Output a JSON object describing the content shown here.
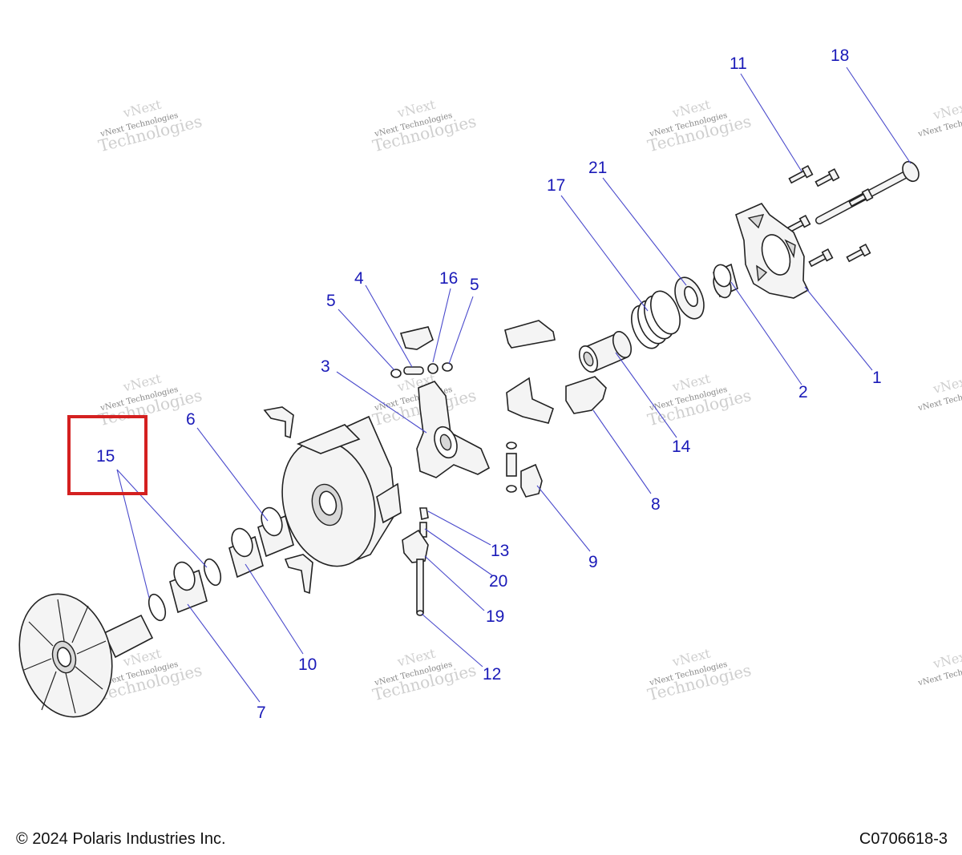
{
  "callouts": {
    "c1": "1",
    "c2": "2",
    "c3": "3",
    "c4": "4",
    "c5a": "5",
    "c5b": "5",
    "c6": "6",
    "c7": "7",
    "c8": "8",
    "c9": "9",
    "c10": "10",
    "c11": "11",
    "c12": "12",
    "c13": "13",
    "c14": "14",
    "c15": "15",
    "c16": "16",
    "c17": "17",
    "c18": "18",
    "c19": "19",
    "c20": "20",
    "c21": "21"
  },
  "watermark": {
    "line1": "vNext Technologies",
    "line2": "vNext",
    "line3": "Technologies"
  },
  "footer": {
    "copyright": "© 2024 Polaris Industries Inc.",
    "diagram_id": "C0706618-3"
  },
  "highlight": {
    "callout": "15",
    "color": "#d42020"
  },
  "colors": {
    "callout_text": "#1a1ab8",
    "leader_line": "#4a4acc"
  }
}
